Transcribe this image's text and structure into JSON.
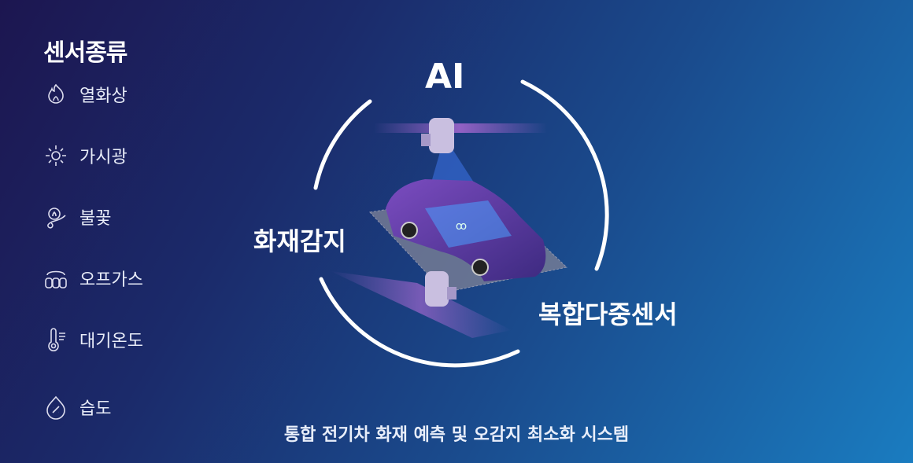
{
  "sidebar": {
    "title": "센서종류",
    "items": [
      {
        "label": "열화상",
        "icon": "fire-icon"
      },
      {
        "label": "가시광",
        "icon": "sun-icon"
      },
      {
        "label": "불꽃",
        "icon": "flame-icon"
      },
      {
        "label": "오프가스",
        "icon": "battery-gas-icon"
      },
      {
        "label": "대기온도",
        "icon": "thermometer-icon"
      },
      {
        "label": "습도",
        "icon": "humidity-icon"
      }
    ]
  },
  "diagram": {
    "top_label": "AI",
    "left_label": "화재감지",
    "right_label": "복합다중센서"
  },
  "footer": {
    "caption": "통합 전기차 화재 예측 및 오감지 최소화 시스템"
  },
  "colors": {
    "bg_start": "#1c1650",
    "bg_end": "#1a7cc0",
    "car": "#6a3fa8",
    "beam": "#3a6fe0"
  }
}
